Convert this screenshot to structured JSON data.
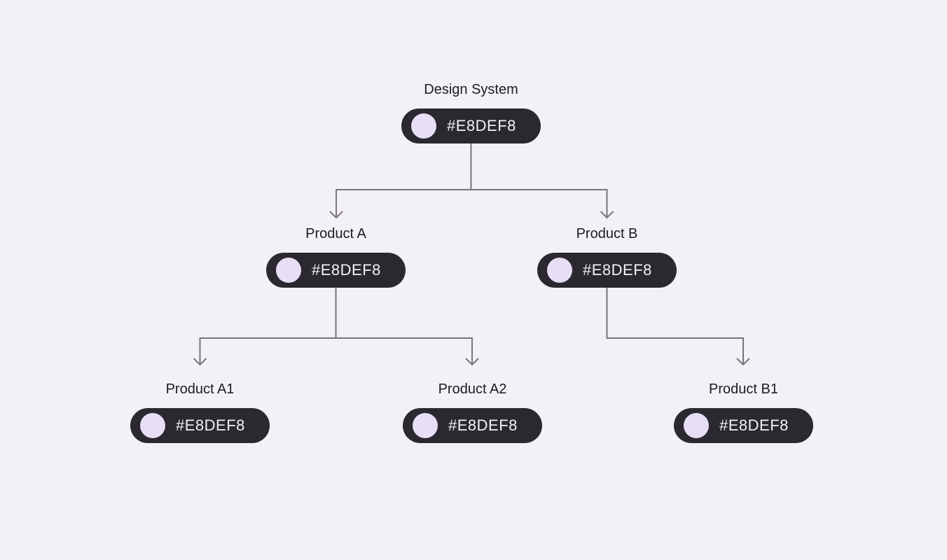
{
  "diagram": {
    "type": "tree",
    "colors": {
      "background": "#F4F1F6",
      "pill_background": "#2B2930",
      "pill_text": "#F5EFF7",
      "swatch": "#E8DEF8",
      "label_text": "#1D1B20",
      "connector": "#79747E"
    },
    "nodes": [
      {
        "id": "design-system",
        "label": "Design System",
        "value": "#E8DEF8",
        "swatch_color": "#E8DEF8"
      },
      {
        "id": "product-a",
        "label": "Product A",
        "value": "#E8DEF8",
        "swatch_color": "#E8DEF8"
      },
      {
        "id": "product-b",
        "label": "Product B",
        "value": "#E8DEF8",
        "swatch_color": "#E8DEF8"
      },
      {
        "id": "product-a1",
        "label": "Product A1",
        "value": "#E8DEF8",
        "swatch_color": "#E8DEF8"
      },
      {
        "id": "product-a2",
        "label": "Product A2",
        "value": "#E8DEF8",
        "swatch_color": "#E8DEF8"
      },
      {
        "id": "product-b1",
        "label": "Product B1",
        "value": "#E8DEF8",
        "swatch_color": "#E8DEF8"
      }
    ],
    "edges": [
      {
        "from": "design-system",
        "to": "product-a"
      },
      {
        "from": "design-system",
        "to": "product-b"
      },
      {
        "from": "product-a",
        "to": "product-a1"
      },
      {
        "from": "product-a",
        "to": "product-a2"
      },
      {
        "from": "product-b",
        "to": "product-b1"
      }
    ]
  }
}
